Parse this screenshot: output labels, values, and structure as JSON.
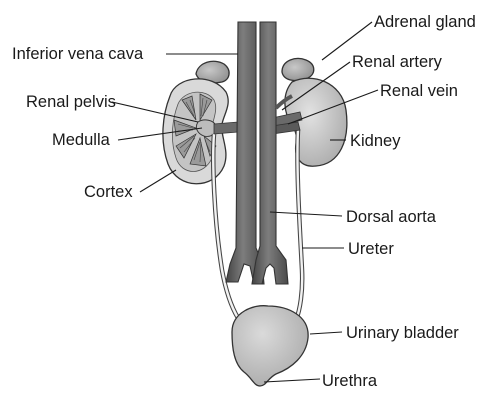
{
  "diagram": {
    "labels": {
      "inferior_vena_cava": "Inferior vena cava",
      "adrenal_gland": "Adrenal gland",
      "renal_artery": "Renal artery",
      "renal_vein": "Renal vein",
      "renal_pelvis": "Renal pelvis",
      "medulla": "Medulla",
      "kidney": "Kidney",
      "cortex": "Cortex",
      "dorsal_aorta": "Dorsal aorta",
      "ureter": "Ureter",
      "urinary_bladder": "Urinary bladder",
      "urethra": "Urethra"
    },
    "colors": {
      "vessel_dark": "#5b5b5b",
      "vessel_mid": "#7a7a7a",
      "organ_light": "#cfcfcf",
      "organ_mid": "#b5b5b5",
      "outline": "#333333",
      "text": "#1a1a1a"
    }
  }
}
